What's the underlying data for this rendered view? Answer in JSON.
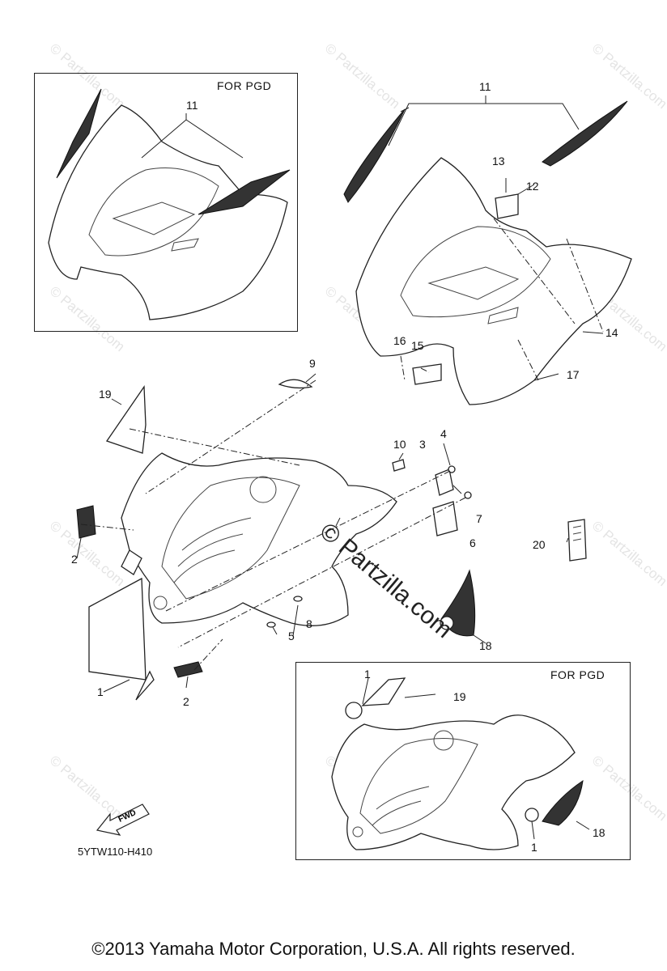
{
  "boxes": {
    "top_left_label": "FOR PGD",
    "bottom_right_label": "FOR PGD"
  },
  "callouts": {
    "c1a": "11",
    "c1b": "11",
    "c2": "13",
    "c3": "12",
    "c4": "14",
    "c5": "16",
    "c6": "15",
    "c7": "17",
    "c8": "9",
    "c9": "19",
    "c10": "10",
    "c11": "3",
    "c12": "4",
    "c13": "7",
    "c14": "6",
    "c15": "20",
    "c16": "2",
    "c17": "2",
    "c18": "8",
    "c19": "5",
    "c20": "1",
    "c21": "18",
    "c22": "1",
    "c23": "19",
    "c24": "18",
    "c25": "1"
  },
  "fwd_arrow_text": "FWD",
  "reference_code": "5YTW110-H410",
  "watermark_text": "© Partzilla.com",
  "center_watermark": "© Partzilla.com",
  "copyright": "©2013  Yamaha Motor Corporation, U.S.A. All rights reserved."
}
